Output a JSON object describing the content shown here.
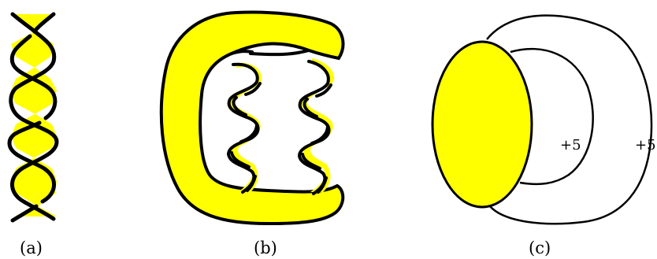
{
  "colors": {
    "surface": "#ffff00",
    "stroke": "#000000",
    "background": "#ffffff"
  },
  "panels": [
    {
      "caption": "(a)"
    },
    {
      "caption": "(b)"
    },
    {
      "caption": "(c)",
      "twist_labels": [
        "+5",
        "+5"
      ]
    }
  ]
}
